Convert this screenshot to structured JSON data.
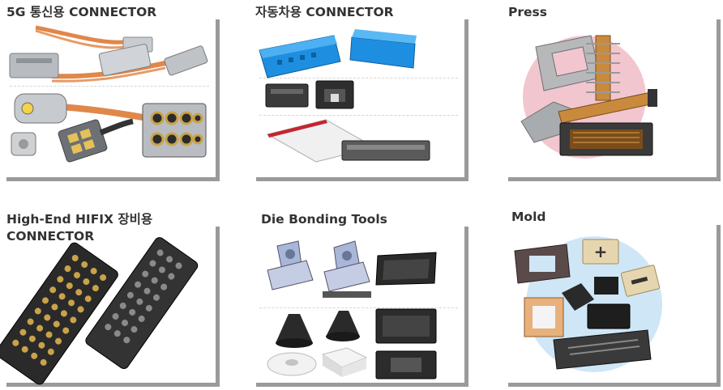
{
  "tiles": {
    "t5g": {
      "title": "5G 통신용 CONNECTOR"
    },
    "auto": {
      "title": "자동차용 CONNECTOR"
    },
    "press": {
      "title": "Press"
    },
    "hifix": {
      "title_line1": "High-End HIFIX 장비용",
      "title_line2": "CONNECTOR"
    },
    "die": {
      "title": "Die Bonding Tools"
    },
    "mold": {
      "title": "Mold"
    }
  },
  "colors": {
    "title_text": "#333333",
    "frame_shadow": "#9a9a9a",
    "connector_blue": "#1e8fe0",
    "press_backdrop": "#f2c6cf",
    "mold_backdrop": "#cfe6f7",
    "cable_orange": "#e0874a",
    "gold": "#c9a24a"
  },
  "icons": {
    "t5g": "5g-connector-photo",
    "auto": "automotive-connector-photo",
    "press": "press-parts-photo",
    "hifix": "hifix-connector-photo",
    "die": "die-bonding-tools-photo",
    "mold": "mold-parts-photo"
  }
}
